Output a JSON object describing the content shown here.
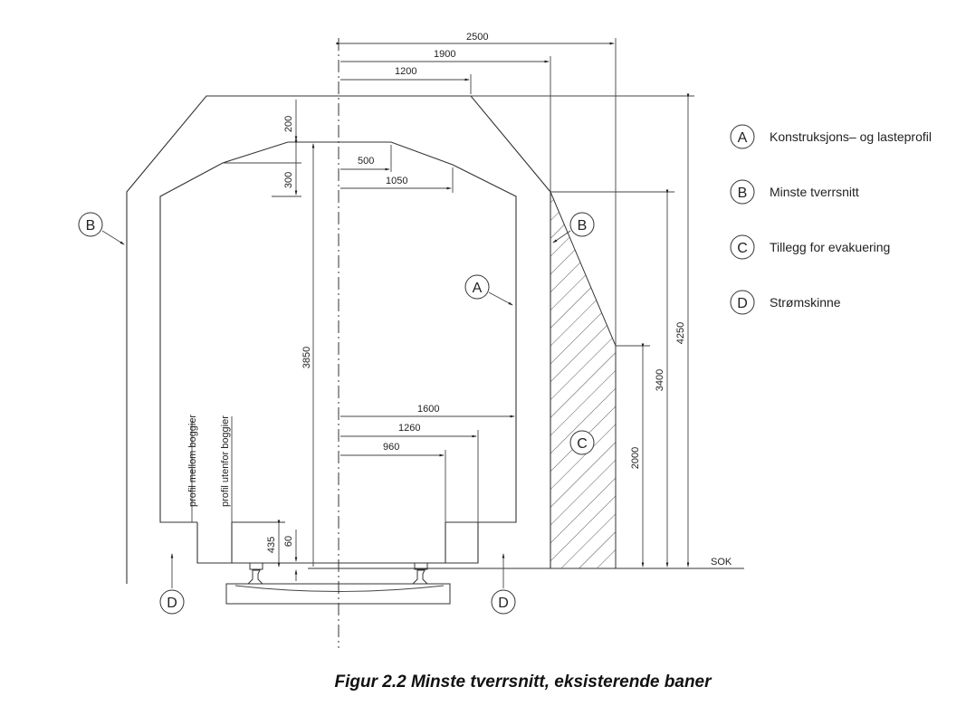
{
  "dimensions": {
    "d2500": "2500",
    "d1900": "1900",
    "d1200": "1200",
    "d200": "200",
    "d300": "300",
    "d500": "500",
    "d1050": "1050",
    "d3850": "3850",
    "d1600": "1600",
    "d1260": "1260",
    "d960": "960",
    "d435": "435",
    "d60": "60",
    "d2000": "2000",
    "d3400": "3400",
    "d4250": "4250"
  },
  "labels": {
    "sok": "SOK",
    "profil_mellom": "profil mellom boggier",
    "profil_utenfor": "profil utenfor boggier"
  },
  "markers": {
    "A": "A",
    "B": "B",
    "C": "C",
    "D": "D"
  },
  "legend": [
    {
      "key": "A",
      "text": "Konstruksjons– og lasteprofil"
    },
    {
      "key": "B",
      "text": "Minste tverrsnitt"
    },
    {
      "key": "C",
      "text": "Tillegg for evakuering"
    },
    {
      "key": "D",
      "text": "Strømskinne"
    }
  ],
  "caption": "Figur 2.2 Minste tverrsnitt, eksisterende baner"
}
